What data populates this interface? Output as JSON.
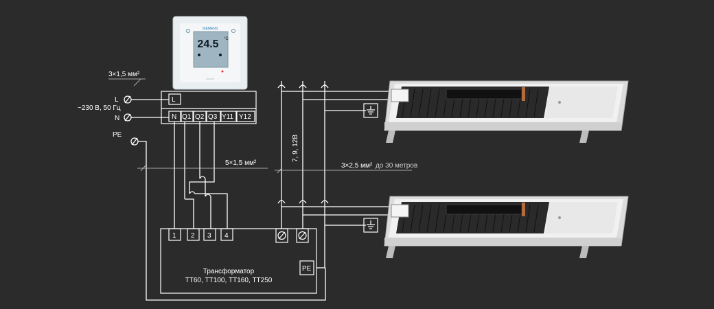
{
  "thermostat": {
    "brand": "SIEMENS",
    "temperature": "24.5",
    "unit": "°C"
  },
  "supply": {
    "cable": "3×1,5 мм²",
    "voltage": "~230 В, 50 Гц",
    "terminals": [
      "L",
      "N",
      "PE"
    ]
  },
  "thermostat_block": {
    "top_terminal": "L",
    "terminals": [
      "N",
      "Q1",
      "Q2",
      "Q3",
      "Y11",
      "Y12"
    ]
  },
  "cable_labels": {
    "five_core": "5×1,5 мм²",
    "low_voltage": "3×2,5 мм²",
    "low_voltage_note": "до 30 метров",
    "dc_voltage": "7, 9, 12В"
  },
  "transformer": {
    "title": "Трансформатор",
    "models": "ТТ60, ТТ100, ТТ160, ТТ250",
    "terminals": [
      "1",
      "2",
      "3",
      "4"
    ],
    "pe_label": "PE"
  },
  "colors": {
    "background": "#2b2b2b",
    "wire": "#ffffff",
    "convector_body": "#e6e6e6",
    "heat_exchanger": "#1a1a1a"
  }
}
